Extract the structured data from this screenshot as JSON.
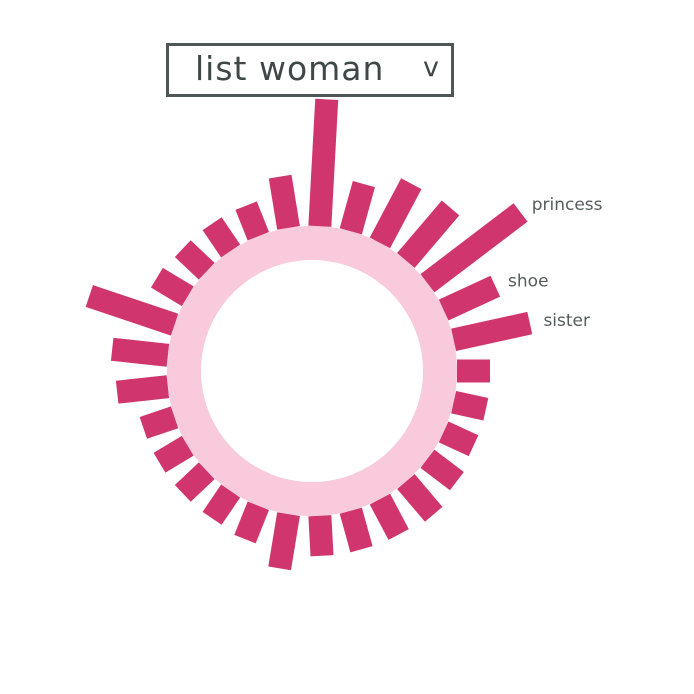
{
  "selector": {
    "value": "list woman",
    "arrow": "v"
  },
  "colors": {
    "bar": "#d0366d",
    "ring": "#f8cadb",
    "text": "#555d5c",
    "selector_border": "#4f5756"
  },
  "chart_data": {
    "type": "bar",
    "layout": "radial",
    "title": "",
    "bars": [
      {
        "label": "",
        "value": 33
      },
      {
        "label": "",
        "value": 33
      },
      {
        "label": "",
        "value": 33
      },
      {
        "label": "",
        "value": 37
      },
      {
        "label": "",
        "value": 43
      },
      {
        "label": "",
        "value": 40
      },
      {
        "label": "",
        "value": 40
      },
      {
        "label": "",
        "value": 40
      },
      {
        "label": "",
        "value": 55
      },
      {
        "label": "",
        "value": 36
      },
      {
        "label": "",
        "value": 33
      },
      {
        "label": "",
        "value": 33
      },
      {
        "label": "",
        "value": 33
      },
      {
        "label": "",
        "value": 33
      },
      {
        "label": "",
        "value": 51
      },
      {
        "label": "",
        "value": 56
      },
      {
        "label": "",
        "value": 90
      },
      {
        "label": "",
        "value": 36
      },
      {
        "label": "",
        "value": 33
      },
      {
        "label": "",
        "value": 33
      },
      {
        "label": "",
        "value": 33
      },
      {
        "label": "",
        "value": 52
      },
      {
        "label": "",
        "value": 127
      },
      {
        "label": "",
        "value": 49
      },
      {
        "label": "",
        "value": 67
      },
      {
        "label": "",
        "value": 69
      },
      {
        "label": "princess",
        "value": 117
      },
      {
        "label": "shoe",
        "value": 57
      },
      {
        "label": "sister",
        "value": 78
      }
    ]
  }
}
